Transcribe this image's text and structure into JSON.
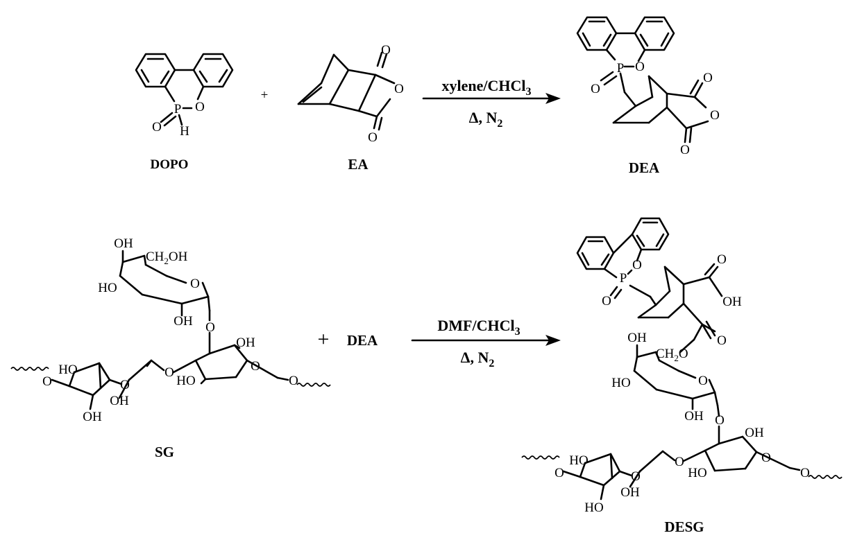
{
  "compounds": {
    "dopo": {
      "label": "DOPO",
      "atoms": {
        "P": "P",
        "O": "O",
        "H": "H",
        "O_double": "O"
      }
    },
    "ea": {
      "label": "EA",
      "atoms": {
        "O_top": "O",
        "O_ring": "O",
        "O_bottom": "O"
      }
    },
    "dea": {
      "label": "DEA",
      "atoms": {
        "P": "P",
        "O": "O",
        "O_double": "O",
        "O_top": "O",
        "O_ring": "O",
        "O_bottom": "O"
      }
    },
    "sg": {
      "label": "SG",
      "atoms": {
        "OH1": "OH",
        "CH2": "CH",
        "sub2": "2",
        "OH_tail": "OH",
        "O_ring_gal": "O",
        "HO1": "HO",
        "OH_gal": "OH",
        "O_link": "O",
        "OH_right": "OH",
        "O_ring_right": "O",
        "HO_right": "HO",
        "O_left_end": "O",
        "HO_left": "HO",
        "O_ring_left": "O",
        "OH_left_mid": "OH",
        "OH_left_bottom": "OH",
        "O_mid": "O",
        "O_right_end": "O"
      }
    },
    "desg": {
      "label": "DESG",
      "atoms": {
        "P": "P",
        "O_ring": "O",
        "O_double": "O",
        "O_acid1": "O",
        "OH_acid": "OH",
        "O_ester": "O",
        "OH1": "OH",
        "CH2": "CH",
        "sub2": "2",
        "O_tail": "O",
        "O_ring_gal": "O",
        "HO1": "HO",
        "OH_gal": "OH",
        "O_link": "O",
        "OH_right": "OH",
        "O_ring_right": "O",
        "HO_right": "HO",
        "O_left_end": "O",
        "HO_left": "HO",
        "O_ring_left": "O",
        "OH_left_mid": "OH",
        "OH_left_bottom": "HO",
        "O_mid": "O",
        "O_right_end": "O"
      }
    }
  },
  "reactions": [
    {
      "plus": "+",
      "cond_top": "xylene/CHCl",
      "cond_top_sub": "3",
      "cond_bottom": "Δ, N",
      "cond_bottom_sub": "2"
    },
    {
      "plus": "+",
      "reagent": "DEA",
      "cond_top": "DMF/CHCl",
      "cond_top_sub": "3",
      "cond_bottom": "Δ, N",
      "cond_bottom_sub": "2"
    }
  ]
}
